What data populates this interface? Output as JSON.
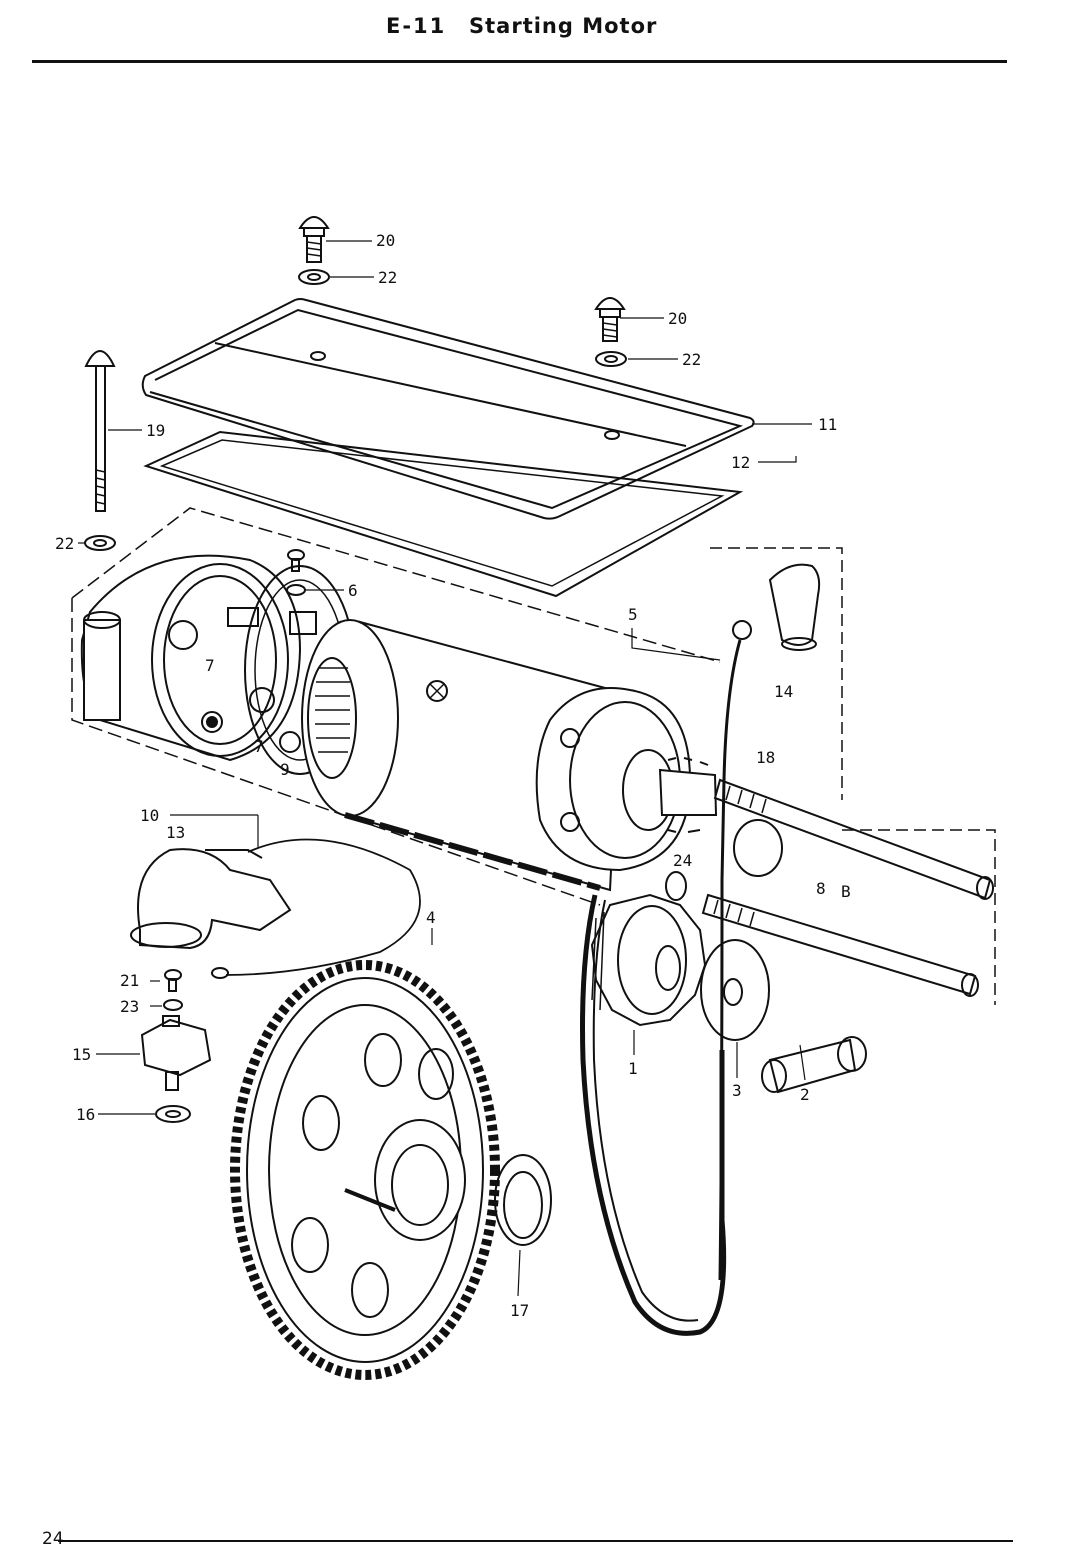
{
  "header": {
    "code": "E-11",
    "title": "Starting Motor"
  },
  "footer": {
    "page_number": "24"
  },
  "callouts": [
    {
      "id": "c20a",
      "text": "20"
    },
    {
      "id": "c22a",
      "text": "22"
    },
    {
      "id": "c20b",
      "text": "20"
    },
    {
      "id": "c22b",
      "text": "22"
    },
    {
      "id": "c19",
      "text": "19"
    },
    {
      "id": "c11",
      "text": "11"
    },
    {
      "id": "c12",
      "text": "12"
    },
    {
      "id": "c22c",
      "text": "22"
    },
    {
      "id": "c6",
      "text": "6"
    },
    {
      "id": "c5",
      "text": "5"
    },
    {
      "id": "c7a",
      "text": "7"
    },
    {
      "id": "c7b",
      "text": "7"
    },
    {
      "id": "c9",
      "text": "9"
    },
    {
      "id": "c14",
      "text": "14"
    },
    {
      "id": "c18",
      "text": "18"
    },
    {
      "id": "c10",
      "text": "10"
    },
    {
      "id": "c13",
      "text": "13"
    },
    {
      "id": "c24",
      "text": "24"
    },
    {
      "id": "c8",
      "text": "8"
    },
    {
      "id": "c8b",
      "text": "B"
    },
    {
      "id": "c4",
      "text": "4"
    },
    {
      "id": "c21",
      "text": "21"
    },
    {
      "id": "c23",
      "text": "23"
    },
    {
      "id": "c15",
      "text": "15"
    },
    {
      "id": "c16",
      "text": "16"
    },
    {
      "id": "c1",
      "text": "1"
    },
    {
      "id": "c3",
      "text": "3"
    },
    {
      "id": "c2",
      "text": "2"
    },
    {
      "id": "c17",
      "text": "17"
    }
  ]
}
